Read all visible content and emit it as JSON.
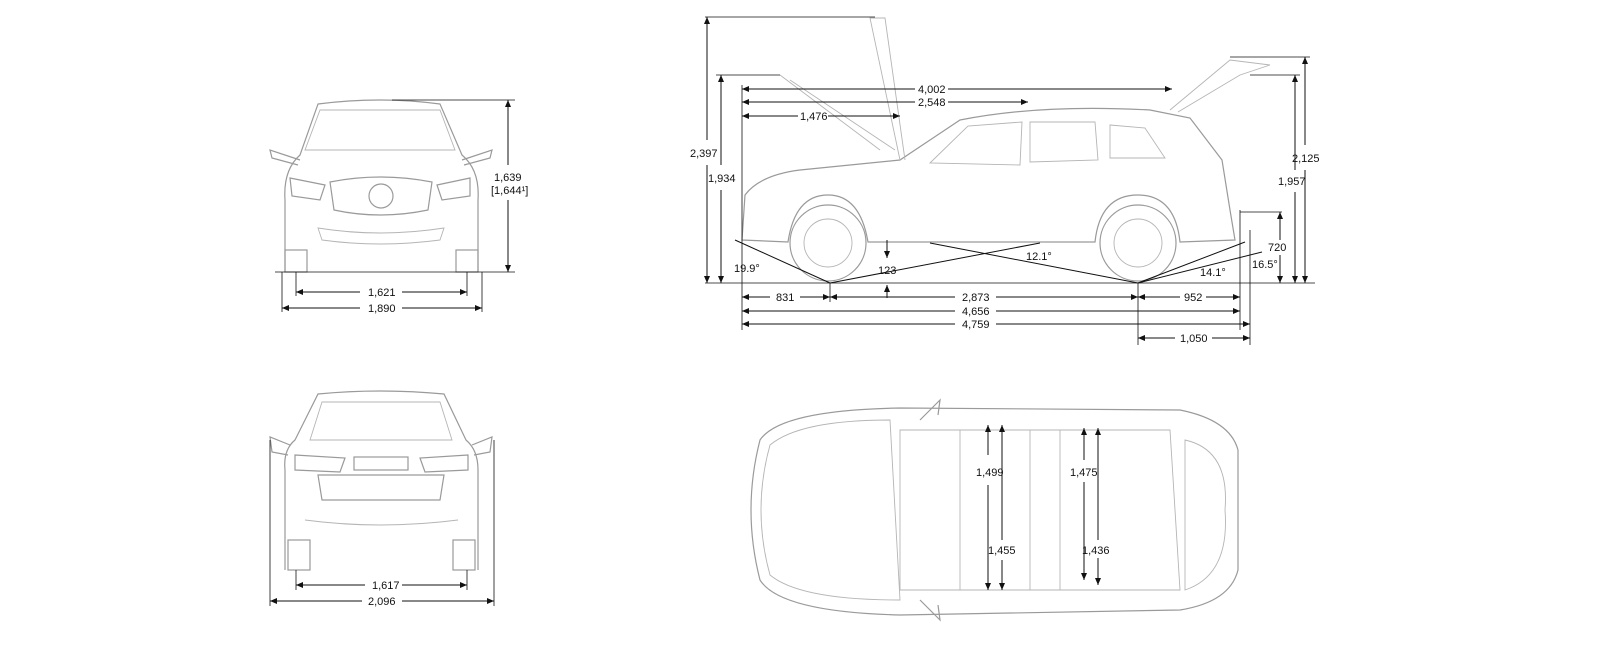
{
  "front_view": {
    "height": "1,639",
    "height_alt": "[1,644¹]",
    "track": "1,621",
    "width": "1,890"
  },
  "rear_view": {
    "track": "1,617",
    "width_mirrors": "2,096"
  },
  "side_view": {
    "height_hood_open": "2,397",
    "height_with_hood": "1,934",
    "length_4002": "4,002",
    "length_2548": "2,548",
    "length_1476": "1,476",
    "height_tailgate_open": "2,125",
    "height_tailgate": "1,957",
    "rear_load_height": "720",
    "approach_angle": "19.9°",
    "ground_clearance": "123",
    "breakover_angle": "12.1°",
    "departure_angle": "14.1°",
    "departure_angle_alt": "16.5°",
    "front_overhang": "831",
    "wheelbase": "2,873",
    "rear_overhang": "952",
    "length": "4,656",
    "length_total": "4,759",
    "rear_axle_to_hitch": "1,050"
  },
  "top_view": {
    "front_width_upper": "1,499",
    "front_width_lower": "1,455",
    "rear_width_upper": "1,475",
    "rear_width_lower": "1,436"
  }
}
